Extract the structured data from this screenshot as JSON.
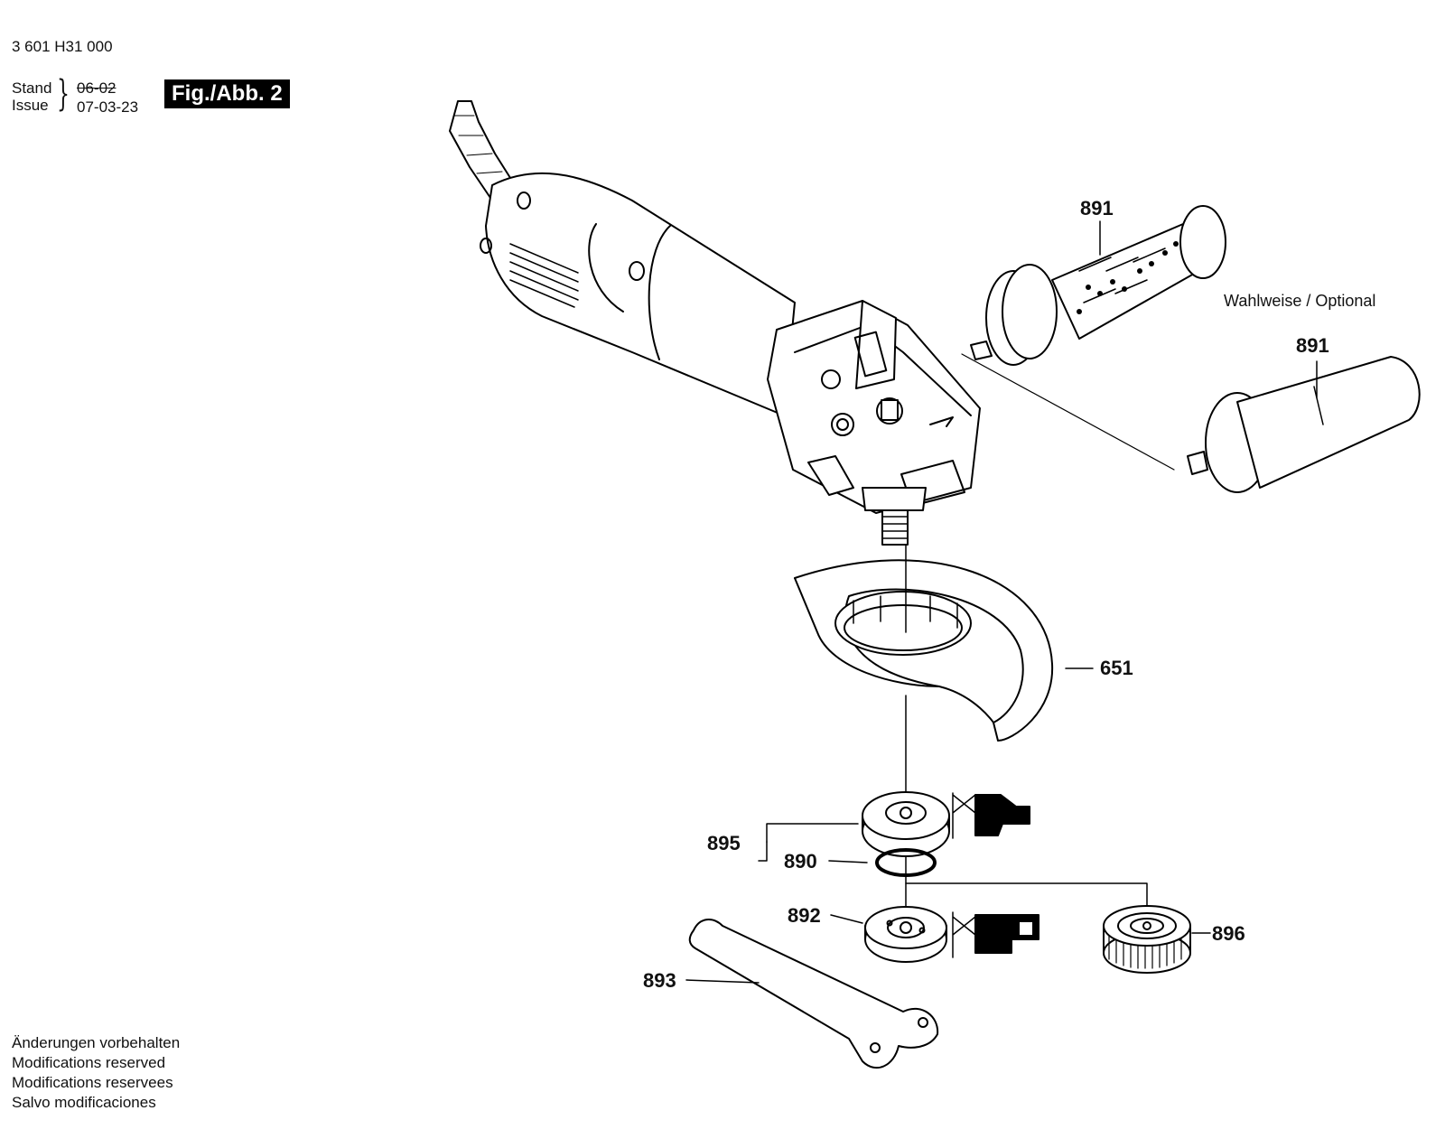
{
  "header": {
    "doc_number": "3 601 H31 000",
    "stand_label": "Stand",
    "issue_label": "Issue",
    "old_date": "06-02",
    "new_date": "07-03-23",
    "figure_badge": "Fig./Abb. 2"
  },
  "optional_label": "Wahlweise / Optional",
  "callouts": {
    "handle_grip": "891",
    "handle_plain": "891",
    "guard": "651",
    "mounting_flange_set": "895",
    "o_ring": "890",
    "clamping_nut": "892",
    "quick_nut": "896",
    "spanner": "893"
  },
  "footer": [
    "Änderungen vorbehalten",
    "Modifications reserved",
    "Modifications reservees",
    "Salvo modificaciones"
  ]
}
